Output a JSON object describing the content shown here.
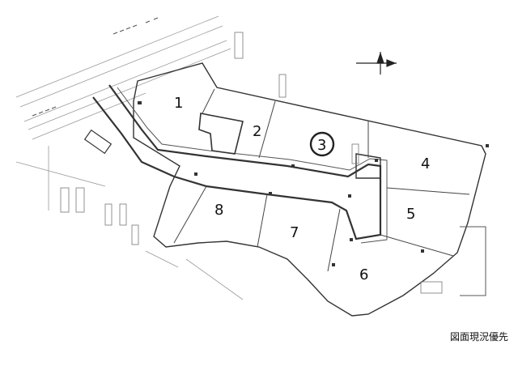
{
  "lots": [
    {
      "id": "1",
      "label": "1",
      "highlighted": false
    },
    {
      "id": "2",
      "label": "2",
      "highlighted": false
    },
    {
      "id": "3",
      "label": "3",
      "highlighted": true
    },
    {
      "id": "4",
      "label": "4",
      "highlighted": false
    },
    {
      "id": "5",
      "label": "5",
      "highlighted": false
    },
    {
      "id": "6",
      "label": "6",
      "highlighted": false
    },
    {
      "id": "7",
      "label": "7",
      "highlighted": false
    },
    {
      "id": "8",
      "label": "8",
      "highlighted": false
    }
  ],
  "note": "図面現況優先",
  "icons": {
    "compass": "north-arrow-icon"
  },
  "colors": {
    "line": "#333333",
    "faint": "#9a9a9a",
    "background": "#ffffff"
  }
}
